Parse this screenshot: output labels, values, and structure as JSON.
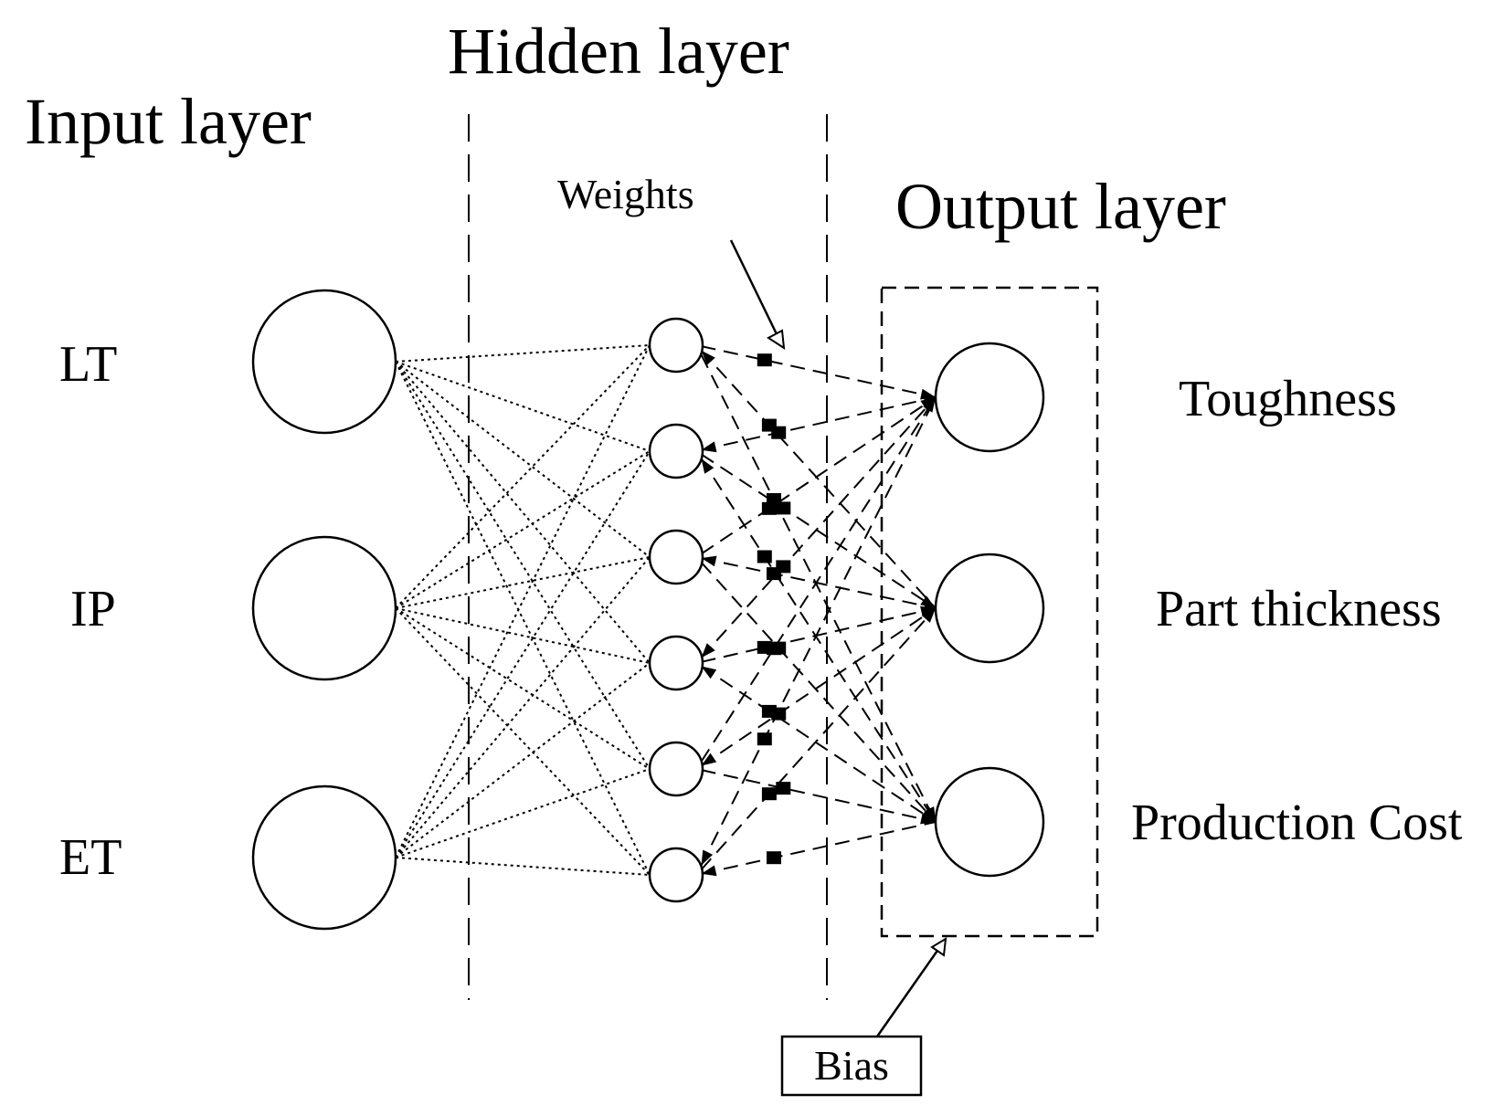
{
  "titles": {
    "input": "Input layer",
    "hidden": "Hidden layer",
    "output": "Output layer"
  },
  "inputs": [
    "LT",
    "IP",
    "ET"
  ],
  "outputs": [
    "Toughness",
    "Part thickness",
    "Production Cost"
  ],
  "annotations": {
    "weights": "Weights",
    "bias": "Bias"
  },
  "hidden_count": 6,
  "colors": {
    "stroke": "#000000",
    "background": "#ffffff"
  }
}
